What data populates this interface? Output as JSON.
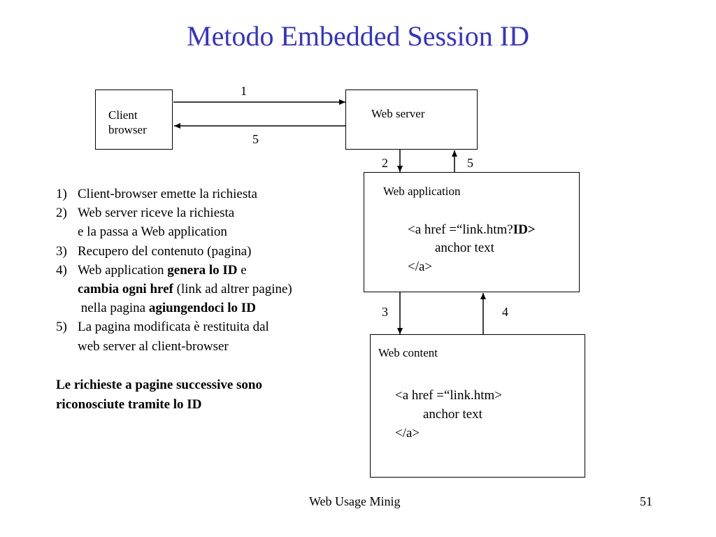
{
  "slide": {
    "title": "Metodo Embedded Session ID",
    "footer_text": "Web Usage Minig",
    "page_number": "51"
  },
  "diagram": {
    "client": {
      "line1": "Client",
      "line2": "browser"
    },
    "web_server": {
      "label": "Web server"
    },
    "web_application": {
      "label": "Web application",
      "code_line1": "<a href =“link.htm?",
      "code_line1_bold": "ID>",
      "code_line2": "anchor text",
      "code_line3": "</a>"
    },
    "web_content": {
      "label": "Web content",
      "code_line1": "<a href =“link.htm>",
      "code_line2": "anchor text",
      "code_line3": "</a>"
    },
    "step_labels": {
      "client_to_server": "1",
      "server_to_client": "5",
      "server_to_app": "2",
      "app_to_server": "5",
      "app_to_content": "3",
      "content_to_app": "4"
    }
  },
  "steps": [
    {
      "num": "1)",
      "line1": "Client-browser emette la richiesta"
    },
    {
      "num": "2)",
      "line1": "Web server riceve la richiesta",
      "line2": "e la passa a Web application"
    },
    {
      "num": "3)",
      "line1": "Recupero del contenuto (pagina)"
    },
    {
      "num": "4)",
      "line1_a": "Web application ",
      "line1_b": "genera lo ID",
      "line1_c": " e",
      "line2_a": "cambia ogni href",
      "line2_b": " (link ad altrer pagine)",
      "line3_a": " nella pagina ",
      "line3_b": "agiungendoci lo ID"
    },
    {
      "num": "5)",
      "line1": "La pagina modificata è restituita dal",
      "line2": "web server al client-browser"
    }
  ],
  "note": {
    "line1": "Le richieste a pagine successive sono",
    "line2": "riconosciute tramite lo ID"
  }
}
